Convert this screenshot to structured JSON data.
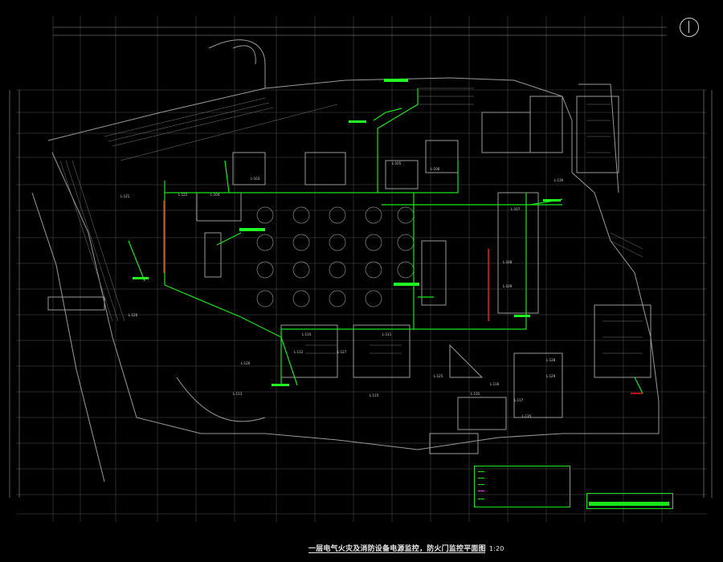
{
  "drawing": {
    "title": "一层电气火灾及消防设备电源监控，防火门监控平面图",
    "scale": "1:20"
  },
  "rooms": [
    "L-103",
    "L-104",
    "L-105",
    "L-106",
    "L-107",
    "L-108",
    "L-109",
    "L-110",
    "L-111",
    "L-112",
    "L-113",
    "L-115",
    "L-116",
    "L-117",
    "L-120",
    "L-121",
    "L-122",
    "L-125",
    "L-126",
    "L-127",
    "L-128",
    "L-129",
    "L-130",
    "L-131",
    "L-135"
  ],
  "colors": {
    "background": "#000000",
    "linework": "#8a8a8a",
    "grid": "#5a5a5a",
    "cable": "#19e619",
    "fire_door": "#ff2020",
    "text": "#e8e8e8",
    "magenta": "#ff44ff"
  },
  "icons": {
    "north_arrow": "compass-icon"
  }
}
